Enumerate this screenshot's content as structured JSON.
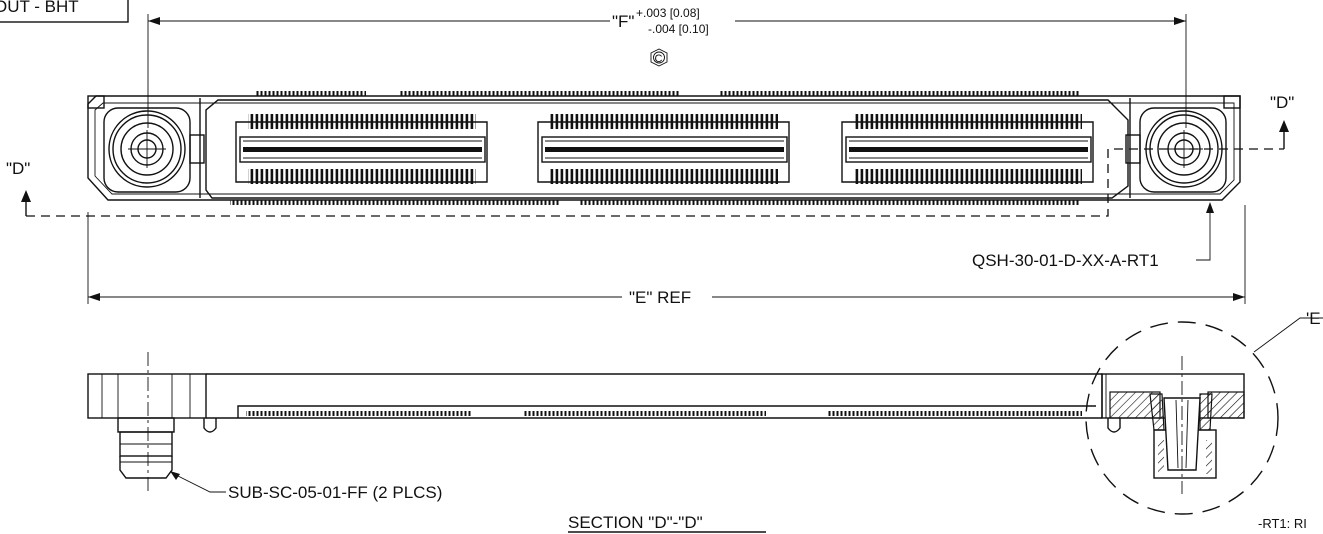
{
  "title_box_text": "OUT - BHT",
  "dimension_f": {
    "label": "\"F\"",
    "tol_plus": "+.003 [0.08]",
    "tol_minus": "-.004 [0.10]"
  },
  "datum_symbol": "C",
  "section_marker_right": "\"D\"",
  "section_marker_left": "\"D\"",
  "part_callout": "QSH-30-01-D-XX-A-RT1",
  "dimension_e": "\"E\" REF",
  "detail_marker": "'E",
  "hardware_callout": "SUB-SC-05-01-FF (2 PLCS)",
  "section_title": "SECTION \"D\"-\"D\"",
  "note_fragment": "-RT1: RI"
}
